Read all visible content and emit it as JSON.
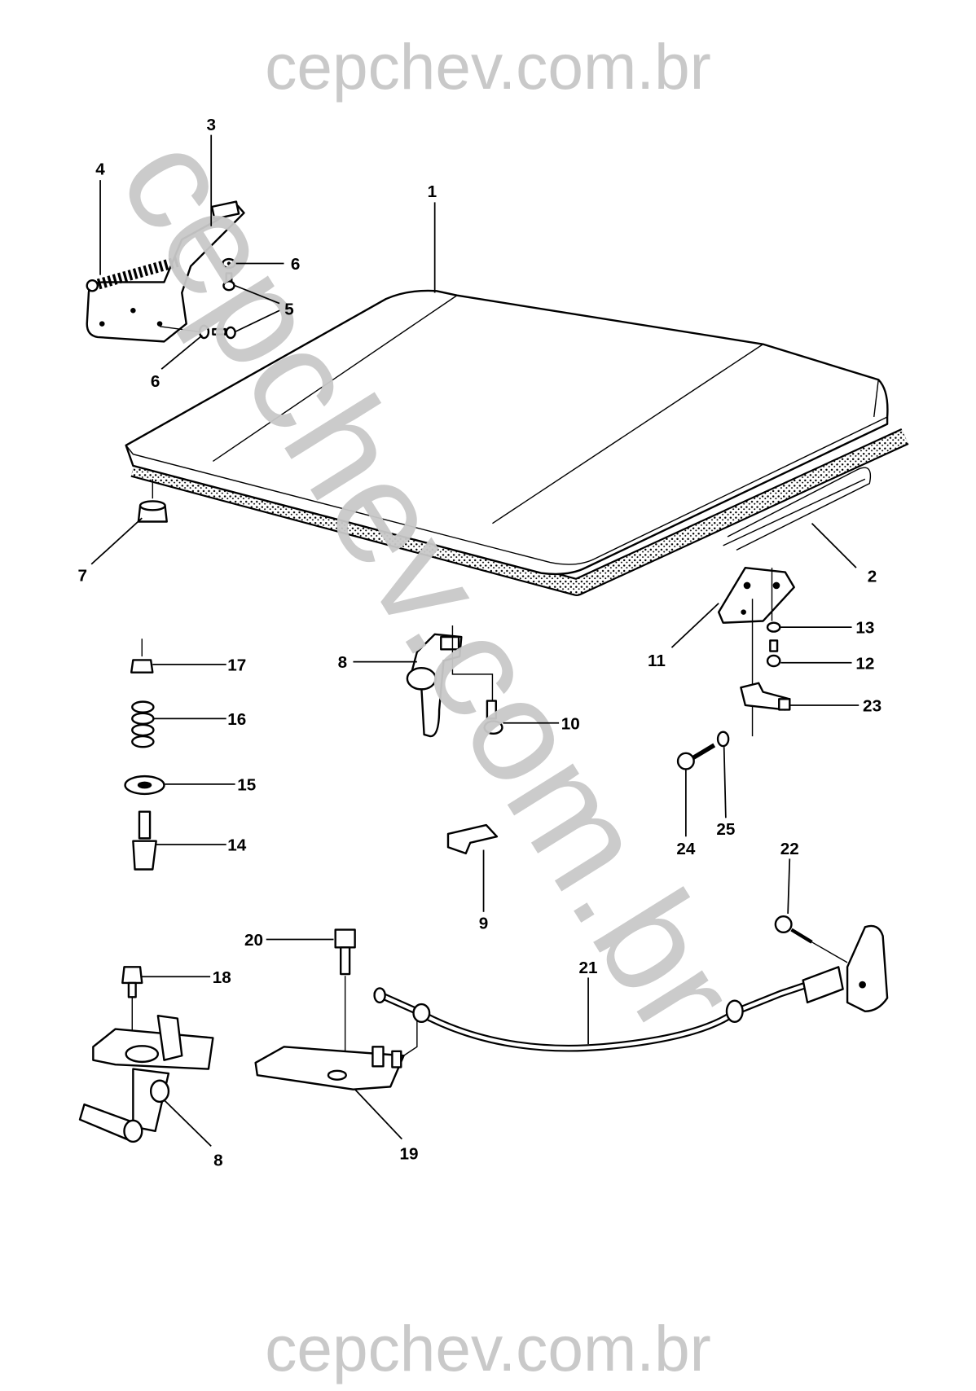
{
  "watermark": {
    "top": "cepchev.com.br",
    "bottom": "cepchev.com.br",
    "diagonal": "cepchev.com.br"
  },
  "diagram": {
    "type": "exploded parts diagram",
    "callouts": [
      {
        "id": "c1",
        "label": "1"
      },
      {
        "id": "c2",
        "label": "2"
      },
      {
        "id": "c3",
        "label": "3"
      },
      {
        "id": "c4",
        "label": "4"
      },
      {
        "id": "c5",
        "label": "5"
      },
      {
        "id": "c6a",
        "label": "6"
      },
      {
        "id": "c6b",
        "label": "6"
      },
      {
        "id": "c7",
        "label": "7"
      },
      {
        "id": "c8a",
        "label": "8"
      },
      {
        "id": "c8b",
        "label": "8"
      },
      {
        "id": "c9",
        "label": "9"
      },
      {
        "id": "c10",
        "label": "10"
      },
      {
        "id": "c11",
        "label": "11"
      },
      {
        "id": "c12",
        "label": "12"
      },
      {
        "id": "c13",
        "label": "13"
      },
      {
        "id": "c14",
        "label": "14"
      },
      {
        "id": "c15",
        "label": "15"
      },
      {
        "id": "c16",
        "label": "16"
      },
      {
        "id": "c17",
        "label": "17"
      },
      {
        "id": "c18",
        "label": "18"
      },
      {
        "id": "c19",
        "label": "19"
      },
      {
        "id": "c20",
        "label": "20"
      },
      {
        "id": "c21",
        "label": "21"
      },
      {
        "id": "c22",
        "label": "22"
      },
      {
        "id": "c23",
        "label": "23"
      },
      {
        "id": "c24",
        "label": "24"
      },
      {
        "id": "c25",
        "label": "25"
      }
    ]
  }
}
